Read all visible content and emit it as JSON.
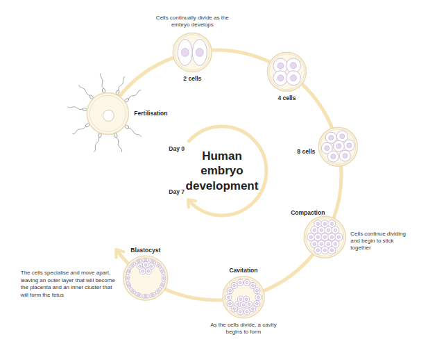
{
  "diagram": {
    "title": "Human embryo development",
    "nodes": [
      {
        "text": [
          "Fertilisation"
        ]
      },
      {
        "text": [
          "2 cells",
          "Cells continually divide as the embryo develops"
        ]
      },
      {
        "text": [
          "4 cells"
        ]
      },
      {
        "text": [
          "8 cells"
        ]
      },
      {
        "text": [
          "Compaction",
          "Cells continue dividing and begin to stick together"
        ]
      },
      {
        "text": [
          "Cavitation",
          "As the cells divide, a cavity begins to form"
        ]
      },
      {
        "text": [
          "Blastocyst",
          "The cells specialise and move apart, leaving an outer layer that will become the placenta and an inner cluster that will form the fetus"
        ]
      }
    ],
    "edges": [
      {
        "from": 0,
        "to": 1,
        "arrow": "none"
      },
      {
        "from": 1,
        "to": 2,
        "arrow": "none"
      },
      {
        "from": 2,
        "to": 3,
        "arrow": "none"
      },
      {
        "from": 3,
        "to": 4,
        "arrow": "none"
      },
      {
        "from": 4,
        "to": 5,
        "arrow": "none"
      },
      {
        "from": 5,
        "to": 6,
        "arrow": "none"
      }
    ],
    "labels": [
      "Day 0",
      "Day 7"
    ]
  }
}
